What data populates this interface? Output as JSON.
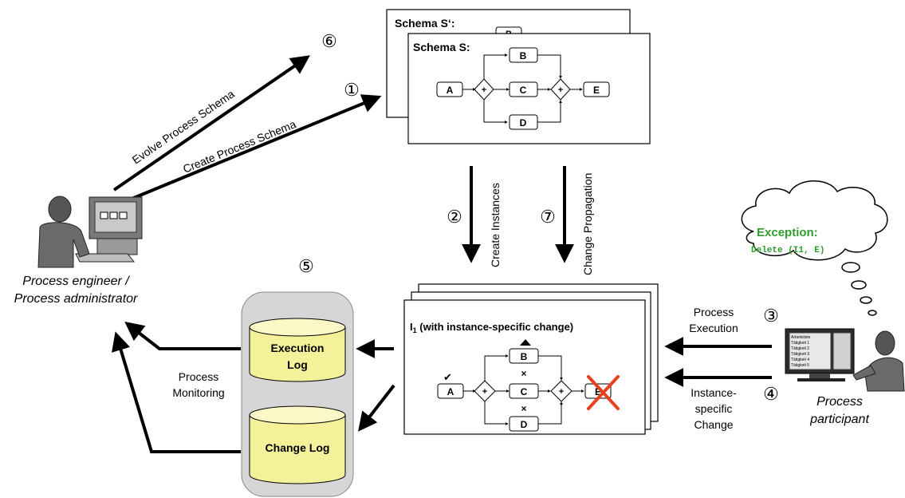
{
  "steps": {
    "s1": "①",
    "s2": "②",
    "s3": "③",
    "s4": "④",
    "s5": "⑤",
    "s6": "⑥",
    "s7": "⑦"
  },
  "arrows": {
    "evolve": "Evolve Process Schema",
    "create": "Create Process Schema",
    "create_instances": "Create Instances",
    "change_propagation": "Change Propagation",
    "process_execution": [
      "Process",
      "Execution"
    ],
    "instance_change": [
      "Instance-",
      "specific",
      "Change"
    ],
    "process_monitoring": [
      "Process",
      "Monitoring"
    ]
  },
  "schema": {
    "back_title": "Schema S‘:",
    "front_title": "Schema S:",
    "nodes": {
      "a": "A",
      "b": "B",
      "c": "C",
      "d": "D",
      "e": "E",
      "and": "+"
    },
    "back_node_b": "B"
  },
  "instance": {
    "title": "I",
    "title_sub": "1",
    "title_rest": " (with instance-specific change)",
    "nodes": {
      "a": "A",
      "b": "B",
      "c": "C",
      "d": "D",
      "e": "E",
      "and": "+"
    },
    "marks": {
      "done": "✔",
      "skip": "×"
    }
  },
  "logs": {
    "execution": [
      "Execution",
      "Log"
    ],
    "change": "Change Log"
  },
  "actors": {
    "engineer": [
      "Process engineer /",
      "Process administrator"
    ],
    "participant": [
      "Process",
      "participant"
    ],
    "screen_cells": [
      "Arbeitsliste",
      "Tätigkeit 1",
      "Tätigkeit 2",
      "Tätigkeit 3",
      "Tätigkeit 4",
      "Tätigkeit 5"
    ]
  },
  "exception": {
    "title": "Exception:",
    "code": "Delete (I1, E)"
  },
  "colors": {
    "log_fill": "#f5f09a",
    "log_top": "#fbf7c6",
    "container": "#d6d6d6",
    "exception": "#2e9e2e",
    "cross": "#e8401c"
  }
}
